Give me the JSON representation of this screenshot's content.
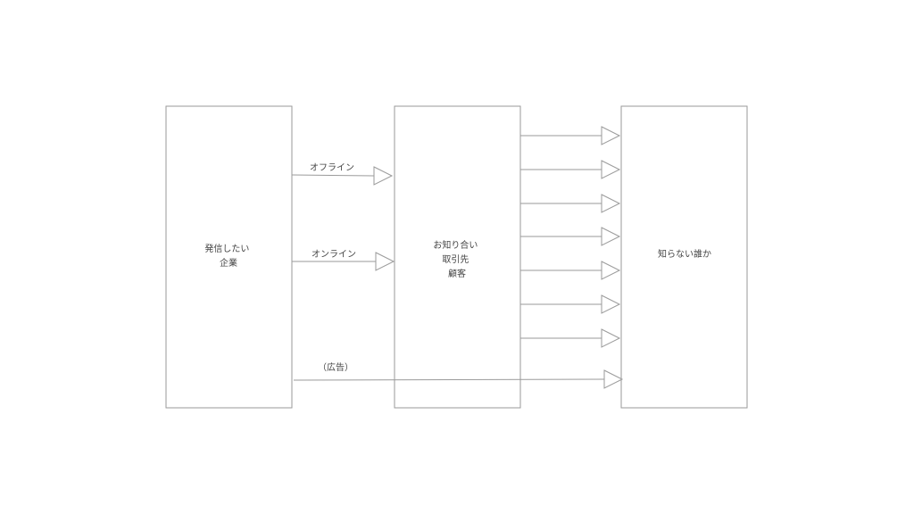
{
  "nodes": {
    "sender": {
      "lines": [
        "発信したい",
        "企業"
      ]
    },
    "acquaintances": {
      "lines": [
        "お知り合い",
        "取引先",
        "顧客"
      ]
    },
    "strangers": {
      "lines": [
        "知らない誰か"
      ]
    }
  },
  "edges": {
    "offline": "オフライン",
    "online": "オンライン",
    "advertising": "（広告）"
  },
  "fan_out_arrow_count": 7
}
